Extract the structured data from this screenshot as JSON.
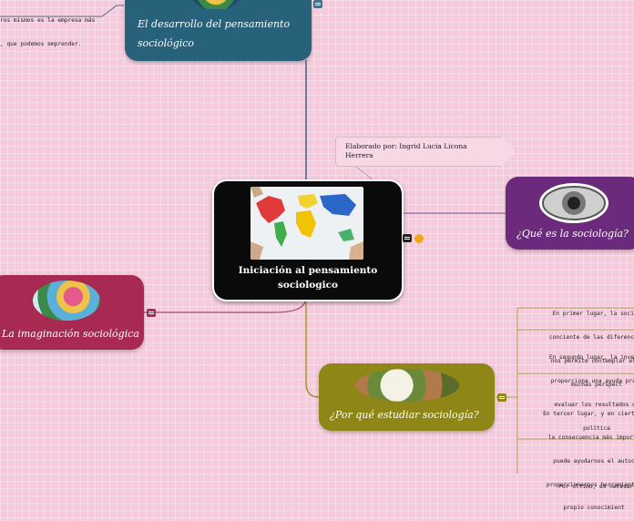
{
  "central": {
    "title_line1": "Iniciación al pensamiento",
    "title_line2": "sociologico"
  },
  "author_note": {
    "line1": "Elaborado por: Ingrid Lucia Licona",
    "line2": "Herrera"
  },
  "topics": {
    "desarrollo": {
      "line1": "El desarrollo del pensamiento",
      "line2": "sociológico"
    },
    "que_es": {
      "label": "¿Qué es la sociología?"
    },
    "imaginacion": {
      "label": "La imaginación sociológica"
    },
    "por_que": {
      "label": "¿Por qué estudiar sociología?"
    }
  },
  "top_left_text": {
    "line1": "ros mismos es la empresa más",
    "line2": ", que podemos emprender."
  },
  "why_subtopics": [
    {
      "lines": [
        "En primer lugar, la sociol",
        "conciente de las diferencias",
        "nos permite contemplar el m",
        "muchas perspect"
      ]
    },
    {
      "lines": [
        "En segundo lugar, la investi",
        "proporciona una ayuda práct",
        "evaluar los resultados de",
        "política"
      ]
    },
    {
      "lines": [
        "En tercer lugar, y en cierta m",
        "la consecuencia más importa",
        "puede ayudarnos el autoc",
        "proporcionarnos herramientas",
        "propio conocimient"
      ]
    },
    {
      "lines": [
        "Por último, es necesario"
      ]
    }
  ],
  "colors": {
    "background": "#f7c9dd",
    "central": "#0a0a0a",
    "desarrollo": "#27617a",
    "que_es": "#6c2a7c",
    "imaginacion": "#a82a52",
    "por_que": "#8e8717",
    "line": "#6e8aa8"
  }
}
